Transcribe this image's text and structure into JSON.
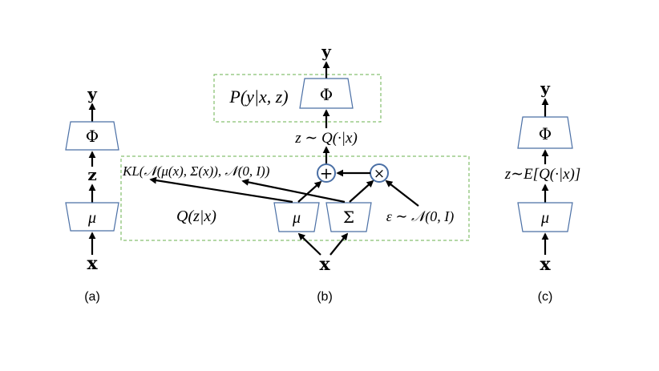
{
  "panel_a": {
    "y": "y",
    "phi": "Φ",
    "z": "z",
    "mu": "μ",
    "x": "x",
    "caption": "(a)"
  },
  "panel_b": {
    "y": "y",
    "p_label": "P(y|x, z)",
    "phi": "Φ",
    "z_sample": "z ∼ Q(·|x)",
    "plus": "+",
    "times": "×",
    "kl": "KL(𝒩(μ(x), Σ(x)), 𝒩(0, I))",
    "q_label": "Q(z|x)",
    "mu": "μ",
    "sigma": "Σ",
    "eps": "ε ∼ 𝒩(0, I)",
    "x": "x",
    "caption": "(b)"
  },
  "panel_c": {
    "y": "y",
    "phi": "Φ",
    "z_expect": "z∼E[Q(·|x)]",
    "mu": "μ",
    "x": "x",
    "caption": "(c)"
  },
  "colors": {
    "box_stroke": "#4a6fa5",
    "dashed_border": "#6ab04c"
  }
}
